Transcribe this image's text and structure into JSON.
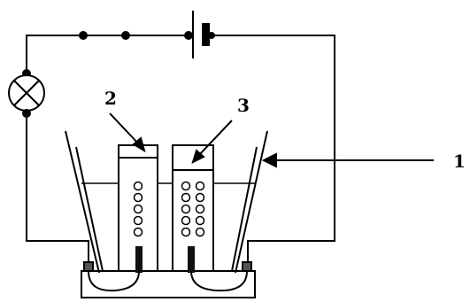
{
  "labels": {
    "container": "1",
    "tube_left": "2",
    "tube_right": "3"
  },
  "colors": {
    "line": "#000000",
    "electrode": "#111111",
    "electrode_cap": "#555555",
    "background": "#ffffff"
  },
  "bubbles": {
    "left_tube_count": 5,
    "right_tube_count": 10
  }
}
